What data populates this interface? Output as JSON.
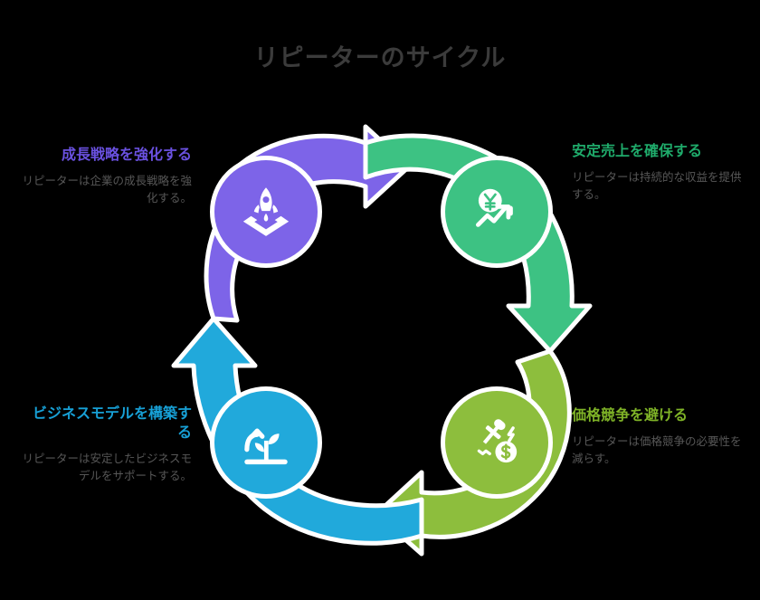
{
  "title": "リピーターのサイクル",
  "colors": {
    "background": "#000000",
    "title": "#3b3b3b",
    "body_text": "#575757",
    "purple": "#7d64e8",
    "green": "#3dc283",
    "yellow_green": "#8dbe3d",
    "blue": "#21a9db",
    "stroke": "#ffffff"
  },
  "stages": [
    {
      "id": "growth",
      "position": "top-left",
      "heading": "成長戦略を強化する",
      "body": "リピーターは企業の成長戦略を強化する。",
      "heading_color": "#6a51e0",
      "node_color": "#7d64e8",
      "icon": "rocket-launch-icon",
      "arrow_to": "revenue",
      "arrow_direction": "right"
    },
    {
      "id": "revenue",
      "position": "top-right",
      "heading": "安定売上を確保する",
      "body": "リピーターは持続的な収益を提供する。",
      "heading_color": "#1fab6b",
      "node_color": "#3dc283",
      "icon": "yen-growth-chart-icon",
      "arrow_to": "price",
      "arrow_direction": "down"
    },
    {
      "id": "price",
      "position": "bottom-right",
      "heading": "価格競争を避ける",
      "body": "リピーターは価格競争の必要性を減らす。",
      "heading_color": "#7fb327",
      "node_color": "#8dbe3d",
      "icon": "gavel-dollar-icon",
      "arrow_to": "model",
      "arrow_direction": "left"
    },
    {
      "id": "model",
      "position": "bottom-left",
      "heading": "ビジネスモデルを構築する",
      "body": "リピーターは安定したビジネスモデルをサポートする。",
      "heading_color": "#17a0d6",
      "node_color": "#21a9db",
      "icon": "sprout-growth-icon",
      "arrow_to": "growth",
      "arrow_direction": "up"
    }
  ]
}
